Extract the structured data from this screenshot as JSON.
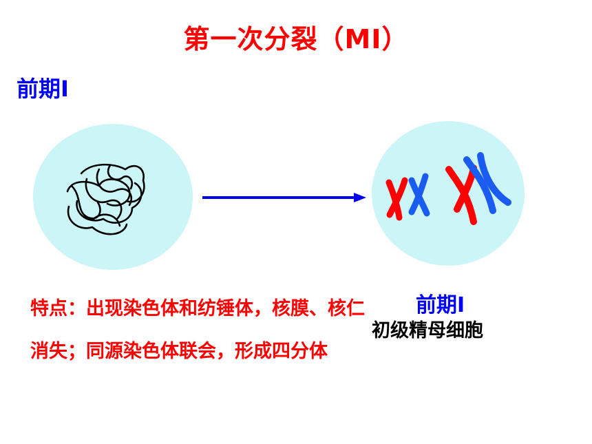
{
  "slide": {
    "title": "第一次分裂（MⅠ）",
    "stage_label": "前期Ⅰ",
    "features_text": "特点：出现染色体和纺锤体，核膜、核仁消失；同源染色体联会，形成四分体",
    "right_stage_label": "前期Ⅰ",
    "cell_name": "初级精母细胞"
  },
  "colors": {
    "title": "#ff0000",
    "label_blue": "#0000ff",
    "cell_fill": "#ccf5f8",
    "chromosome_red": "#ff0000",
    "chromosome_blue": "#1a5cf0",
    "arrow": "#0000ee"
  }
}
